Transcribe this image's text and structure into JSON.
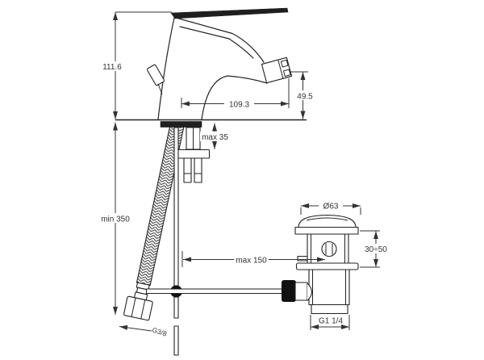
{
  "meta": {
    "background_color": "#ffffff",
    "outline_color": "#222222",
    "dimension_color": "#333333",
    "drawing_type": "bidet mixer tap installation dimensional drawing"
  },
  "dims": {
    "overall_height": "111.6",
    "spout_reach": "109.3",
    "outlet_height": "49.5",
    "deck_thickness": "max 35",
    "hose_length": "min 350",
    "rod_reach": "max 150",
    "drain_diameter": "Ø63",
    "clamp_range": "30÷50",
    "hose_thread": "G3/8",
    "drain_thread": "G1 1/4"
  }
}
